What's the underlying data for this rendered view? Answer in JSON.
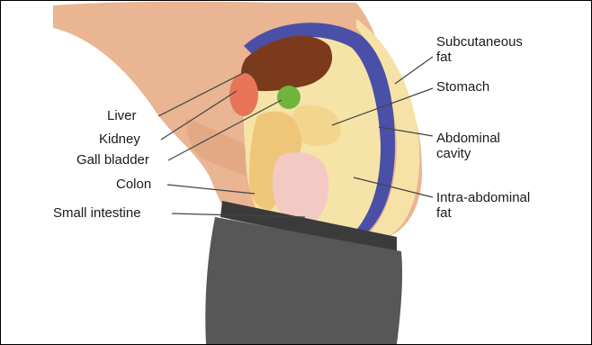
{
  "labels": {
    "liver": "Liver",
    "kidney": "Kidney",
    "gall_bladder": "Gall bladder",
    "colon": "Colon",
    "small_intestine": "Small intestine",
    "subcutaneous_fat": [
      "Subcutaneous",
      "fat"
    ],
    "stomach": "Stomach",
    "abdominal_cavity": [
      "Abdominal",
      "cavity"
    ],
    "intra_abdominal_fat": [
      "Intra-abdominal",
      "fat"
    ]
  },
  "colors": {
    "skin": "#e9b592",
    "skin_shadow": "#c98e6c",
    "subcutaneous_fat": "#f6e2a6",
    "abdominal_wall": "#4a50a8",
    "liver": "#7b3a1c",
    "kidney": "#e8755a",
    "gall_bladder": "#6fb53b",
    "colon": "#efc57a",
    "small_intestine": "#f3c9c3",
    "stomach": "#f3d68e",
    "pants": "#575757",
    "belt": "#3b3b3b",
    "leader_line": "#444444"
  }
}
